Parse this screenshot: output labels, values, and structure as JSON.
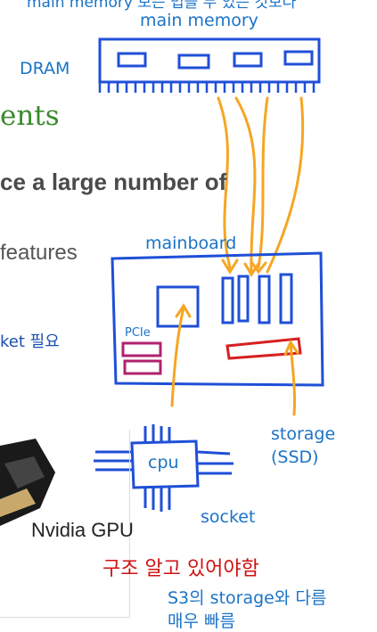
{
  "annotations": {
    "cutoff_top": "main memory 보는 법을 두 있는 것보다",
    "main_memory": "main memory",
    "dram": "DRAM",
    "mainboard": "mainboard",
    "pcie": "PCIe",
    "cpu": "cpu",
    "storage": "storage",
    "ssd": "(SSD)",
    "socket": "socket",
    "structure_note": "구조 알고 있어야함",
    "s3_note": "S3의 storage와 다름",
    "fast_note": "매우 빠름",
    "socket_note": "ket 필요"
  },
  "slide": {
    "heading": "ents",
    "bullet": "ce a large number of",
    "features": "features",
    "gpu_caption": "Nvidia GPU"
  },
  "colors": {
    "ink_blue": "#1f4fd8",
    "arrow_orange": "#f5a623",
    "slot_red": "#d62020",
    "pcie_purple": "#b0226e",
    "note_red": "#d01010",
    "heading_green": "#3c8a2e"
  }
}
